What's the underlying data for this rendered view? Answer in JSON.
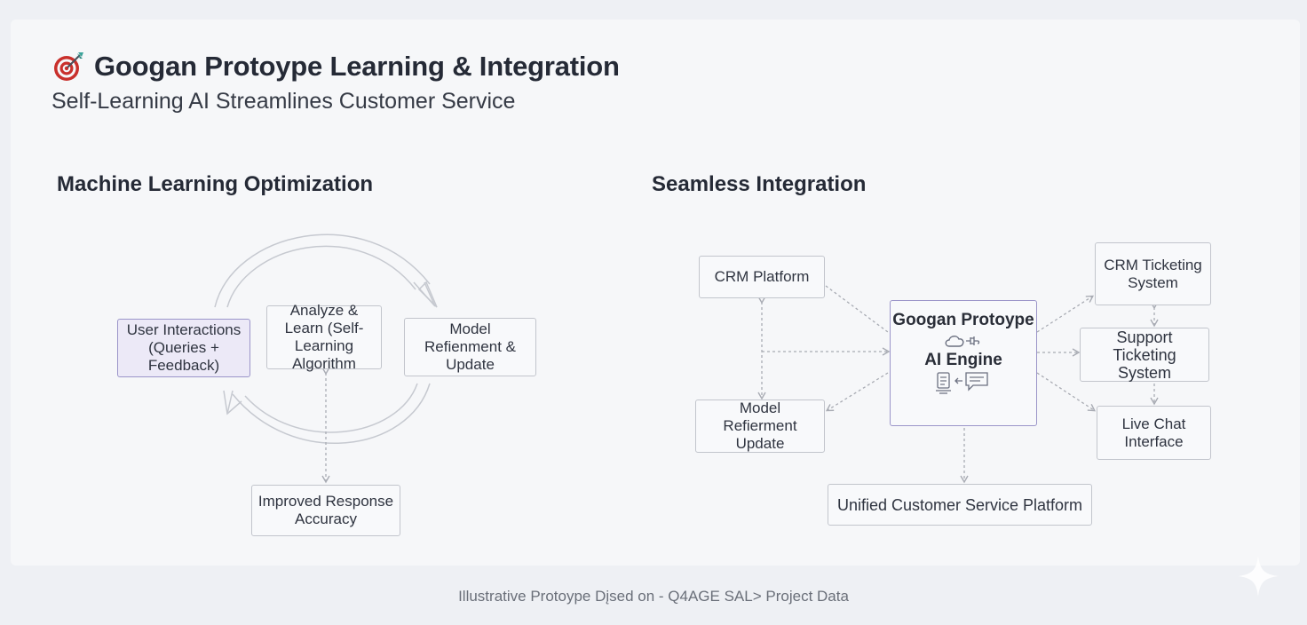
{
  "header": {
    "title": "Googan Protoype Learning & Integration",
    "subtitle": "Self-Learning AI Streamlines Customer Service",
    "title_icon": "target-icon"
  },
  "ml_section": {
    "heading": "Machine Learning Optimization",
    "nodes": {
      "user_interactions": "User Interactions (Queries + Feedback)",
      "analyze_learn": "Analyze & Learn (Self-Learning Algorithm",
      "model_refinement": "Model Refienment & Update",
      "improved_accuracy": "Improved Response Accuracy"
    }
  },
  "integration_section": {
    "heading": "Seamless Integration",
    "engine": {
      "name": "Googan Protoype",
      "sub": "AI Engine",
      "icons": [
        "cloud-plug-icon",
        "document-chat-icon"
      ]
    },
    "nodes": {
      "crm_platform": "CRM Platform",
      "model_update": "Model Refierment Update",
      "crm_ticketing": "CRM Ticketing System",
      "support_ticketing": "Support Ticketing System",
      "live_chat": "Live Chat Interface",
      "unified_platform": "Unified Customer Service Platform"
    }
  },
  "footer": {
    "text": "Illustrative Protoype Dįsed on - Q4AGE SAL> Project Data"
  },
  "colors": {
    "background": "#eef0f4",
    "card": "#f6f7f9",
    "accent_purple": "#9b95c9",
    "highlight_fill": "#ece9f7",
    "connector": "#a8abb3"
  }
}
